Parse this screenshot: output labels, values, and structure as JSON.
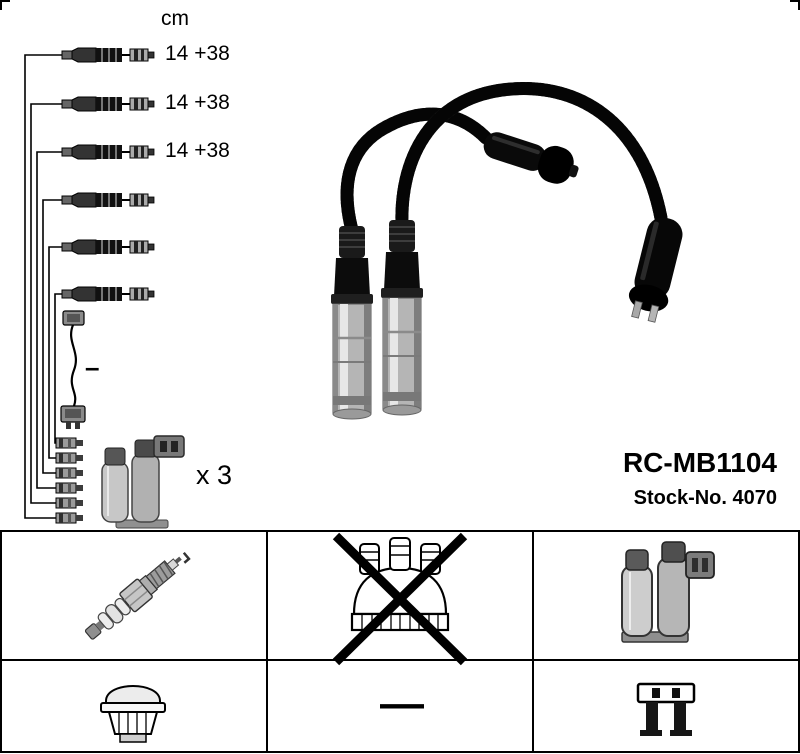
{
  "header": {
    "unit_label": "cm"
  },
  "measurements": [
    {
      "label": "14 +38"
    },
    {
      "label": "14 +38"
    },
    {
      "label": "14 +38"
    }
  ],
  "coil": {
    "quantity_label": "x 3"
  },
  "product": {
    "part_number": "RC-MB1104",
    "stock_number": "Stock-No. 4070"
  },
  "marks": {
    "sensor_dash": "–"
  },
  "grid": {
    "cells": [
      {
        "name": "spark-plug",
        "crossed": false
      },
      {
        "name": "distributor-cap",
        "crossed": true
      },
      {
        "name": "ignition-coil",
        "crossed": false
      },
      {
        "name": "plug-cap",
        "crossed": false
      },
      {
        "name": "dash",
        "label": "—"
      },
      {
        "name": "coil-bracket",
        "crossed": false
      }
    ]
  },
  "colors": {
    "background": "#ffffff",
    "ink": "#000000",
    "metal_light": "#e7e7e7",
    "metal_dark": "#7d7d7d"
  }
}
